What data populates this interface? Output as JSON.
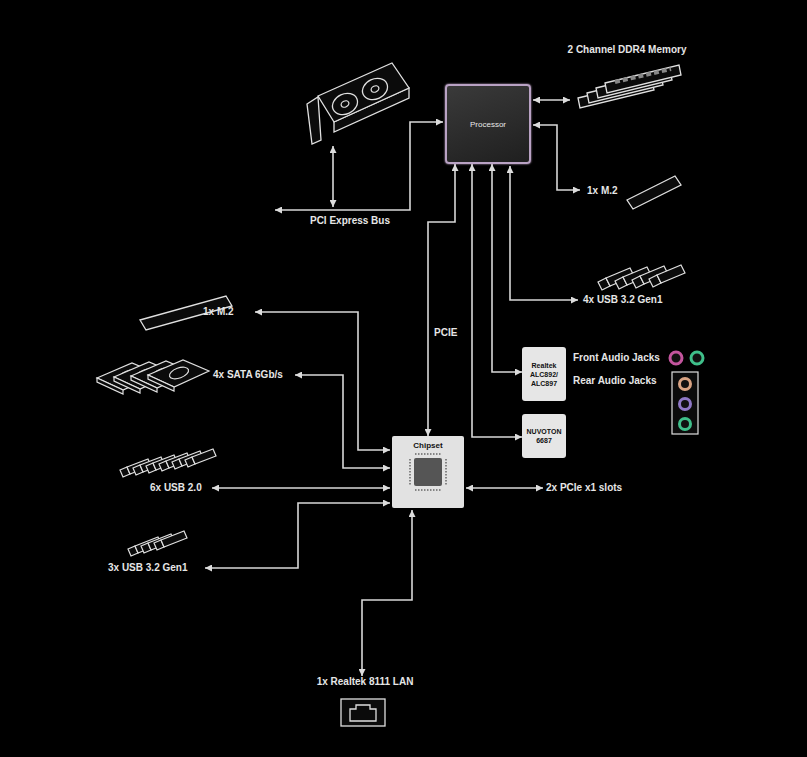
{
  "diagram": {
    "nodes": [
      {
        "text": [
          "Processor"
        ]
      },
      {
        "text": [
          "Realtek ALC892/ ALC897"
        ]
      },
      {
        "text": [
          "NUVOTON 6687"
        ]
      },
      {
        "text": [
          "Chipset"
        ]
      }
    ],
    "edges": [
      {
        "from": 0,
        "to": 3,
        "label": "PCIE",
        "arrow": "both"
      },
      {
        "from": 0,
        "to": 1,
        "arrow": "both"
      },
      {
        "from": 0,
        "to": 2,
        "arrow": "both"
      }
    ],
    "labels": [
      "2 Channel DDR4 Memory",
      "1x M.2",
      "PCI Express Bus",
      "4x USB 3.2 Gen1",
      "1x M.2",
      "Front Audio Jacks",
      "4x SATA 6Gb/s",
      "Rear Audio Jacks",
      "6x USB 2.0",
      "2x PCIe x1 slots",
      "3x USB 3.2 Gen1",
      "1x Realtek 8111 LAN"
    ]
  }
}
